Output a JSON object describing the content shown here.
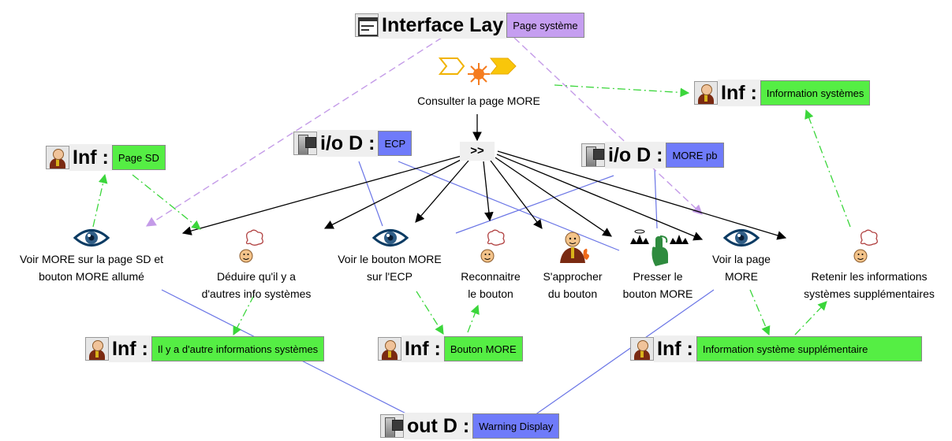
{
  "colors": {
    "tag_purple": "#c59ef0",
    "tag_green": "#55ee44",
    "tag_blue": "#6f7bfa",
    "hierarchy_edge": "#000000",
    "inherit_edge": "#c49be8",
    "flow_edge": "#3bd63b",
    "device_edge": "#6a75e6"
  },
  "root": {
    "icon": "window-icon",
    "label": "Interface Lay",
    "tag": "Page système"
  },
  "objects": {
    "info_systemes": {
      "icon": "person-icon",
      "label": "Inf :",
      "tag": "Information systèmes"
    },
    "page_sd": {
      "icon": "person-icon",
      "label": "Inf :",
      "tag": "Page SD"
    },
    "ecp": {
      "icon": "machine-icon",
      "label": "i/o D :",
      "tag": "ECP"
    },
    "more_pb": {
      "icon": "machine-icon",
      "label": "i/o D :",
      "tag": "MORE pb"
    },
    "autre_info": {
      "icon": "person-icon",
      "label": "Inf :",
      "tag": "Il y a d'autre informations systèmes"
    },
    "bouton_more": {
      "icon": "person-icon",
      "label": "Inf :",
      "tag": "Bouton MORE"
    },
    "info_supp": {
      "icon": "person-icon",
      "label": "Inf :",
      "tag": "Information système supplémentaire"
    },
    "warning": {
      "icon": "machine-icon",
      "label": "out D :",
      "tag": "Warning Display"
    }
  },
  "tasks": {
    "consulter": {
      "icon": "abstract-task-icon",
      "label": "Consulter la page MORE"
    },
    "operator": ">>",
    "voir_sd": {
      "icon": "eye-icon",
      "line1": "Voir MORE sur la page SD et",
      "line2": "bouton MORE allumé"
    },
    "deduire": {
      "icon": "cognition-icon",
      "line1": "Déduire qu'il y a",
      "line2": "d'autres info systèmes"
    },
    "voir_ecp": {
      "icon": "eye-icon",
      "line1": "Voir le bouton MORE",
      "line2": "sur l'ECP"
    },
    "reconnaitre": {
      "icon": "cognition-icon",
      "line1": "Reconnaitre",
      "line2": "le bouton"
    },
    "approcher": {
      "icon": "motor-icon",
      "line1": "S'approcher",
      "line2": "du bouton"
    },
    "presser": {
      "icon": "press-button-icon",
      "line1": "Presser le",
      "line2": "bouton MORE"
    },
    "voir_page": {
      "icon": "eye-icon",
      "line1": "Voir la page",
      "line2": "MORE"
    },
    "retenir": {
      "icon": "cognition-icon",
      "line1": "Retenir les informations",
      "line2": "systèmes supplémentaires"
    }
  }
}
